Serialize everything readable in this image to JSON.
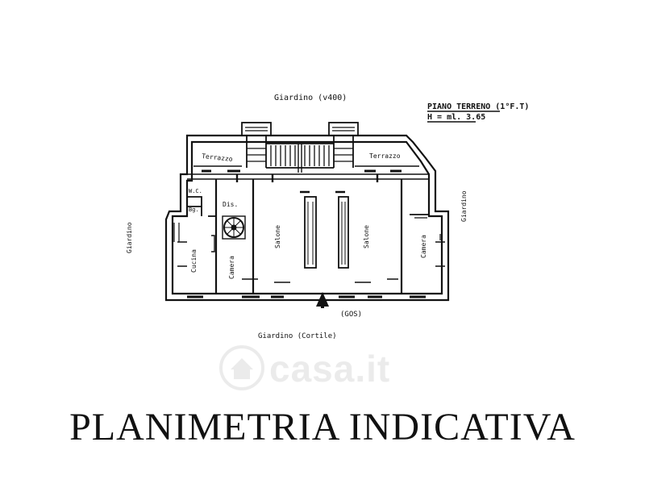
{
  "labels": {
    "north_garden": "Giardino (v400)",
    "floor_name": "PIANO TERRENO (1°F.T)",
    "floor_height": "H = ml. 3.65",
    "terrace_left": "Terrazzo",
    "terrace_right": "Terrazzo",
    "wc": "W.C.",
    "bath": "Bg.",
    "hall": "Dis.",
    "kitchen": "Cucina",
    "bedroom_left": "Camera",
    "salon_left": "Salone",
    "salon_right": "Salone",
    "bedroom_right": "Camera",
    "west_garden": "Giardino",
    "east_garden": "Giardino",
    "level": "(GOS)",
    "south_garden": "Giardino (Cortile)"
  },
  "watermark": "casa.it",
  "title": "PLANIMETRIA INDICATIVA",
  "colors": {
    "ink": "#111111",
    "watermark": "#7a7a7a"
  },
  "icons": {
    "entrance": "entrance-arrow-icon",
    "spiral": "spiral-staircase-icon"
  }
}
